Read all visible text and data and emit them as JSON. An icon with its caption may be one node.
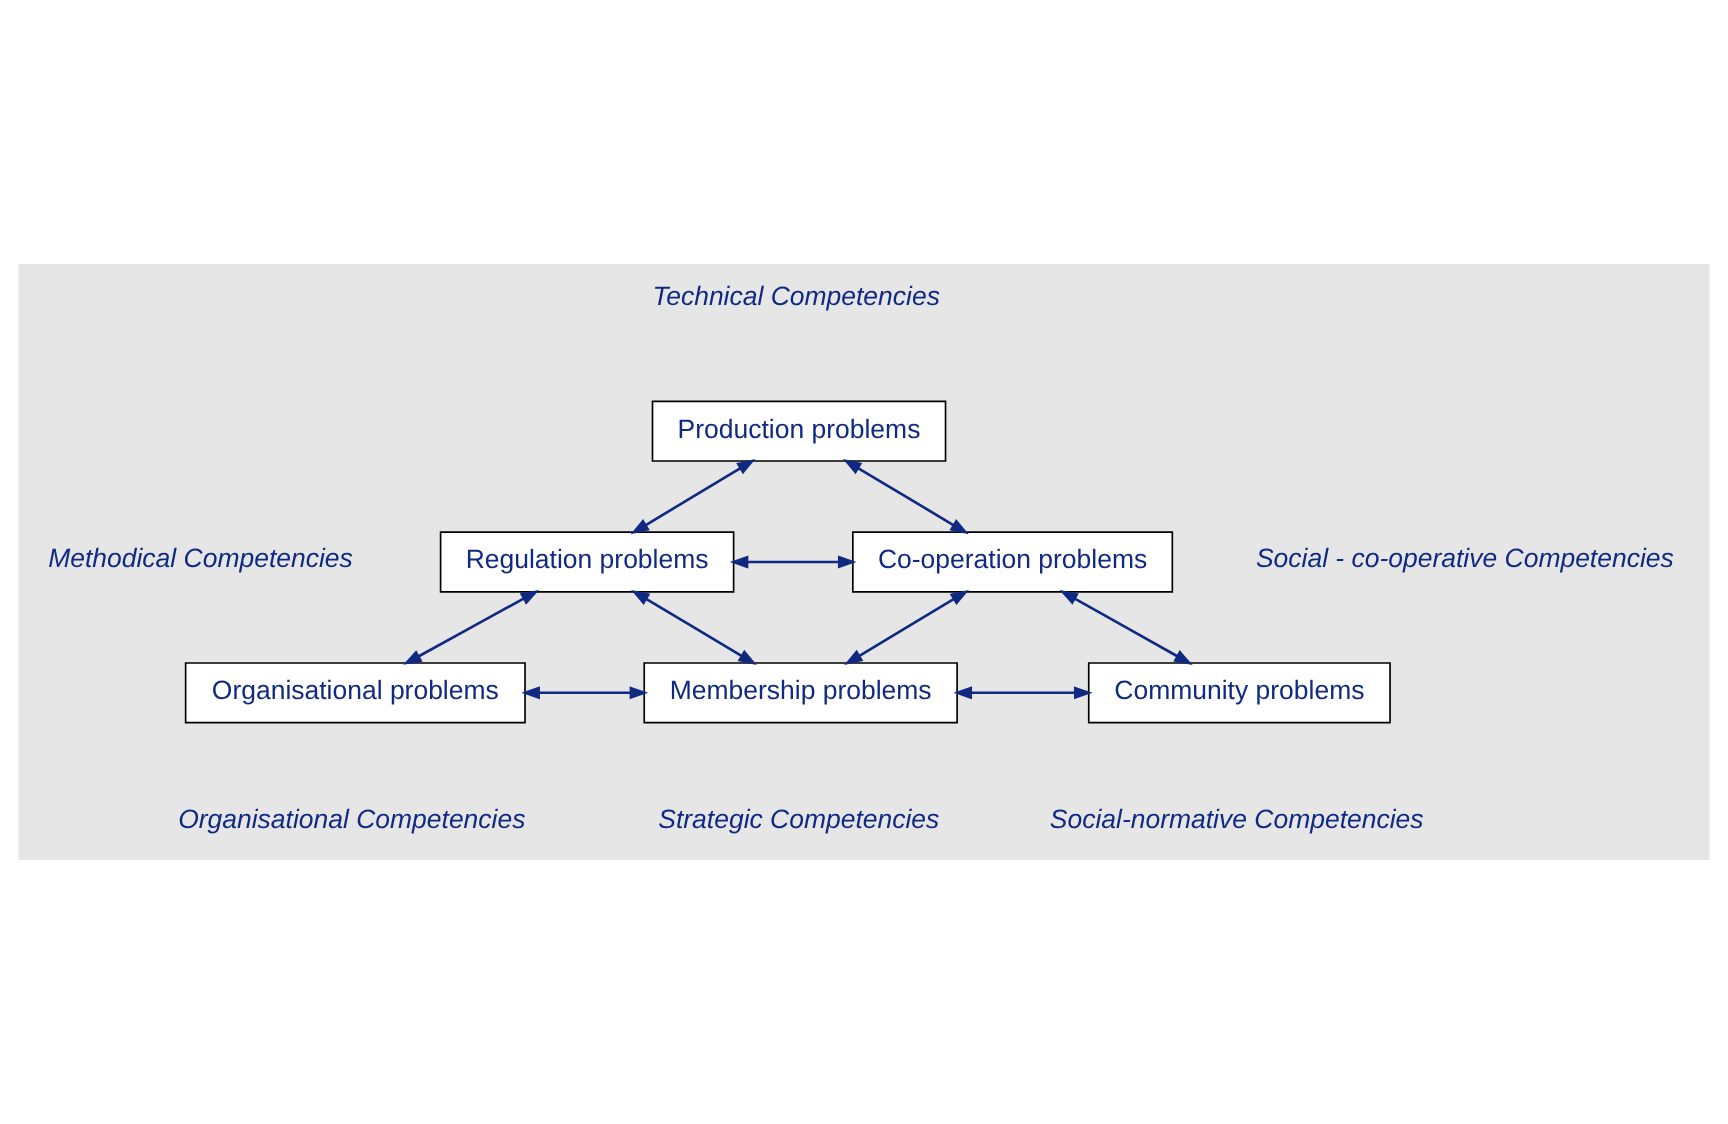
{
  "diagram": {
    "nodes": [
      {
        "text": [
          "Production problems"
        ]
      },
      {
        "text": [
          "Regulation problems"
        ]
      },
      {
        "text": [
          "Co-operation problems"
        ]
      },
      {
        "text": [
          "Organisational problems"
        ]
      },
      {
        "text": [
          "Membership problems"
        ]
      },
      {
        "text": [
          "Community problems"
        ]
      }
    ],
    "edges": [
      {
        "from": 0,
        "to": 1,
        "arrow": "both"
      },
      {
        "from": 0,
        "to": 2,
        "arrow": "both"
      },
      {
        "from": 1,
        "to": 2,
        "arrow": "both"
      },
      {
        "from": 1,
        "to": 3,
        "arrow": "both"
      },
      {
        "from": 1,
        "to": 4,
        "arrow": "both"
      },
      {
        "from": 2,
        "to": 4,
        "arrow": "both"
      },
      {
        "from": 2,
        "to": 5,
        "arrow": "both"
      },
      {
        "from": 3,
        "to": 4,
        "arrow": "both"
      },
      {
        "from": 4,
        "to": 5,
        "arrow": "both"
      }
    ],
    "labels": [
      "Technical Competencies",
      "Methodical Competencies",
      "Social - co-operative Competencies",
      "Organisational Competencies",
      "Strategic Competencies",
      "Social-normative Competencies"
    ]
  }
}
